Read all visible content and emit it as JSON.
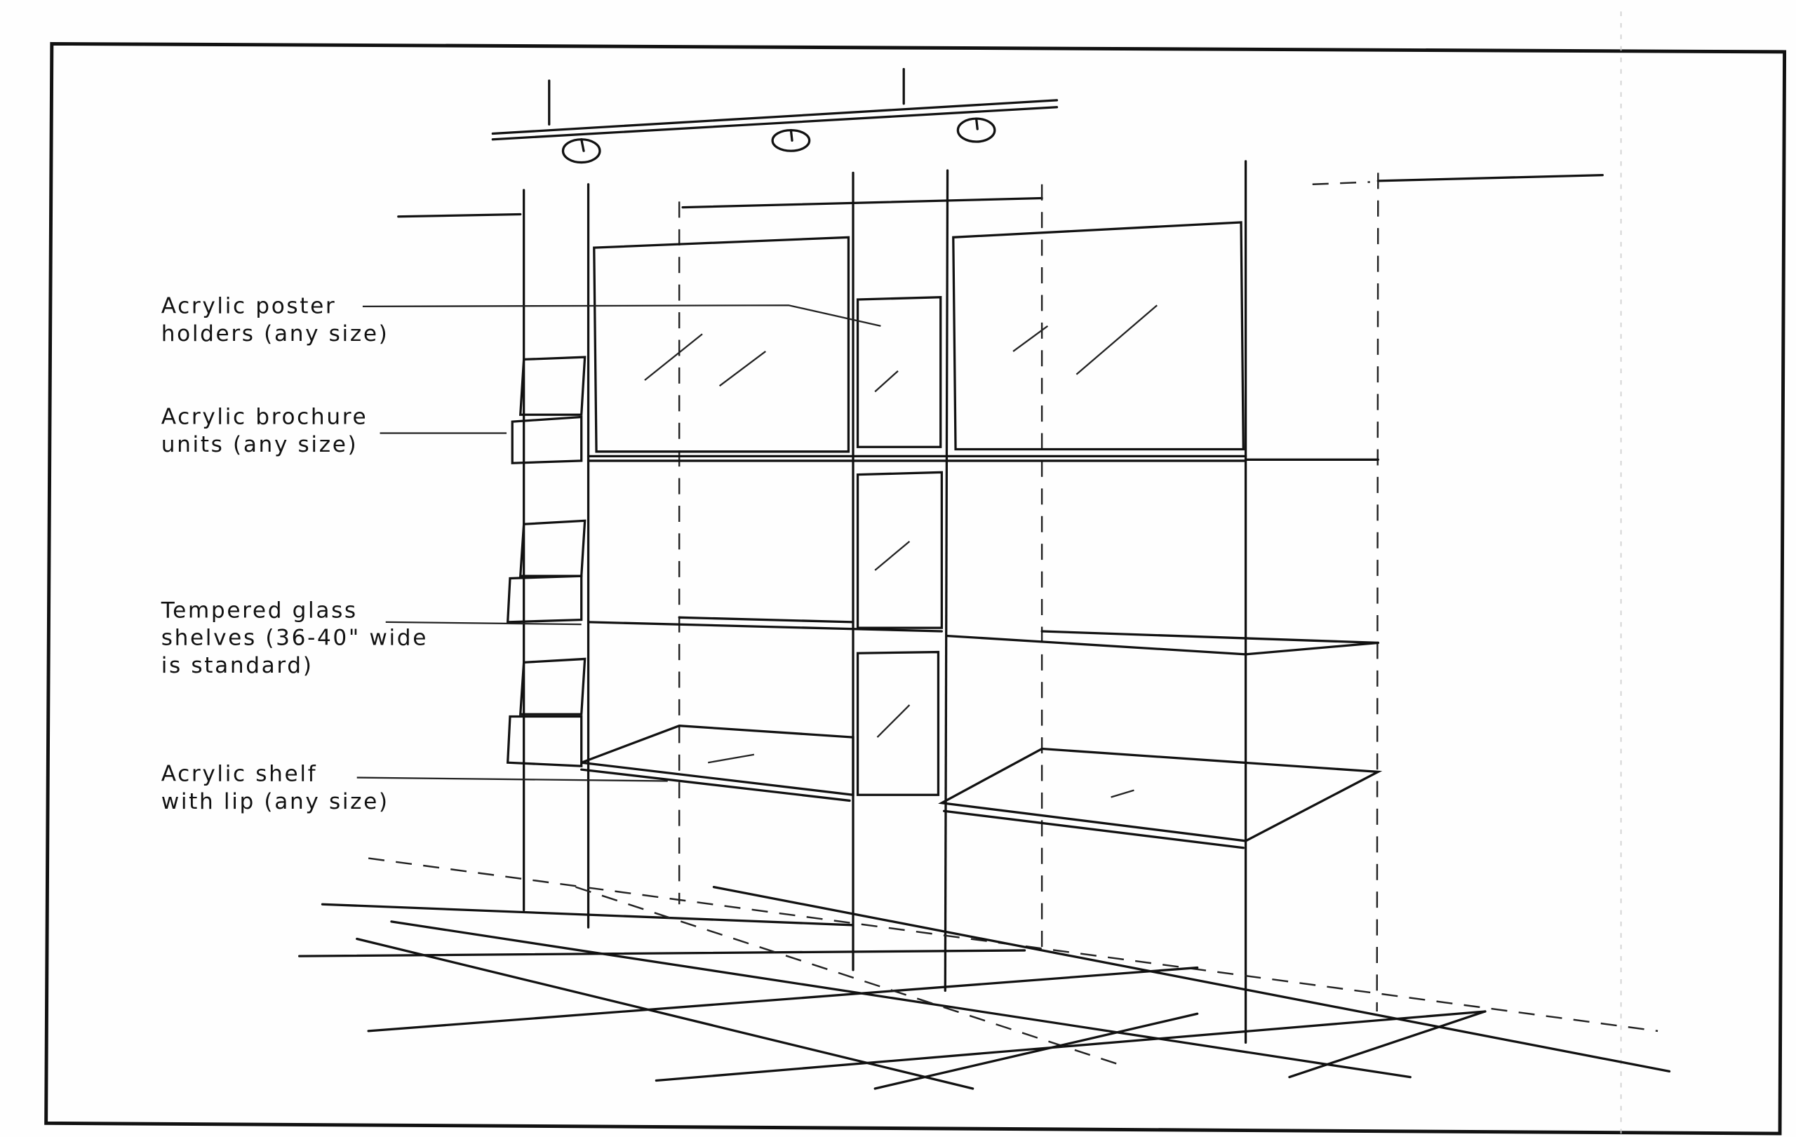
{
  "diagram": {
    "labels": {
      "poster": [
        "Acrylic poster",
        "holders (any size)"
      ],
      "brochure": [
        "Acrylic brochure",
        "units (any size)"
      ],
      "glass": [
        "Tempered glass",
        "shelves (36-40\" wide",
        "is standard)"
      ],
      "acrylic_shelf": [
        "Acrylic shelf",
        "with lip (any size)"
      ]
    }
  }
}
